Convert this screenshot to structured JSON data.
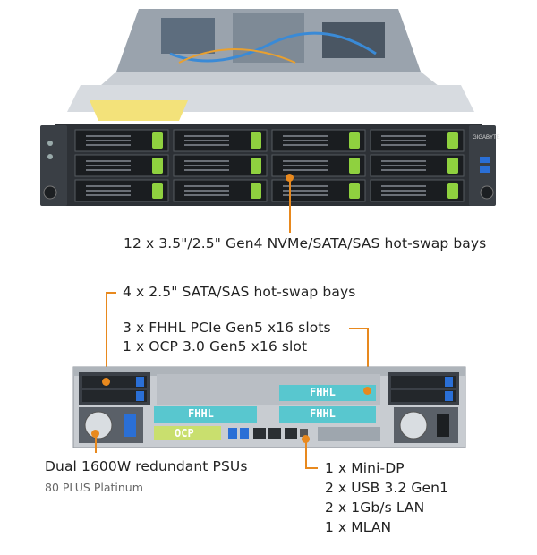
{
  "front": {
    "brand": "GIGABYTE",
    "drive_bays_callout": "12 x 3.5\"/2.5\" Gen4 NVMe/SATA/SAS hot-swap bays"
  },
  "rear": {
    "rear_bays_callout": "4 x 2.5\" SATA/SAS hot-swap bays",
    "pcie_callout": [
      "3 x FHHL PCIe Gen5 x16 slots",
      "1 x OCP 3.0  Gen5 x16 slot"
    ],
    "slot_labels": {
      "fhhl": "FHHL",
      "ocp": "OCP"
    },
    "psu_callout": "Dual 1600W redundant PSUs",
    "psu_sub": "80 PLUS Platinum",
    "io_callout": [
      "1 x Mini-DP",
      "2 x USB 3.2 Gen1",
      "2 x 1Gb/s LAN",
      "1 x MLAN"
    ]
  },
  "colors": {
    "accent": "#e8891e",
    "drive_latch": "#8fd13f",
    "slot_teal": "#58c7cf",
    "ocp_green": "#c9df6e",
    "usb_blue": "#2a6fd6"
  }
}
